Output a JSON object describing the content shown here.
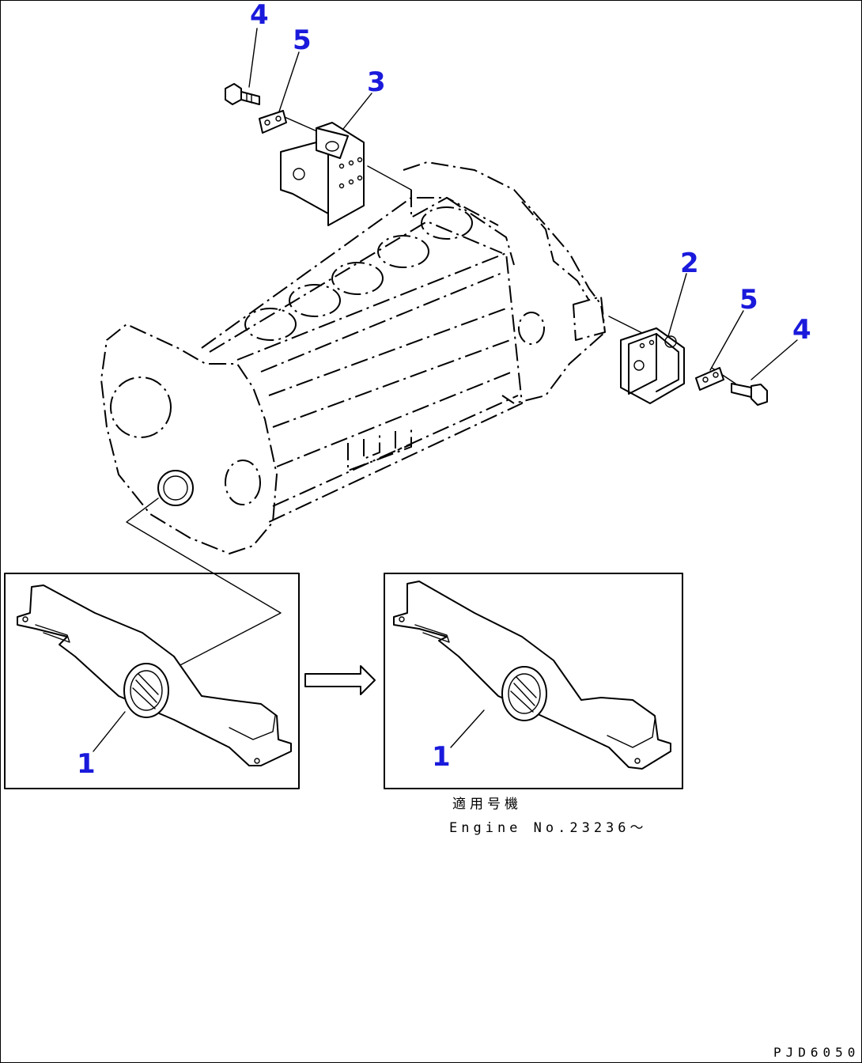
{
  "callouts": {
    "bolt_top": "4",
    "washer_top": "5",
    "bracket_top": "3",
    "bracket_right": "2",
    "washer_right": "5",
    "bolt_right": "4",
    "plate_old": "1",
    "plate_new": "1"
  },
  "note": {
    "line1": "適用号機",
    "line2": "Engine No.23236～"
  },
  "drawing_code": "PJD6050",
  "icons": [
    "arrow-right-icon"
  ]
}
